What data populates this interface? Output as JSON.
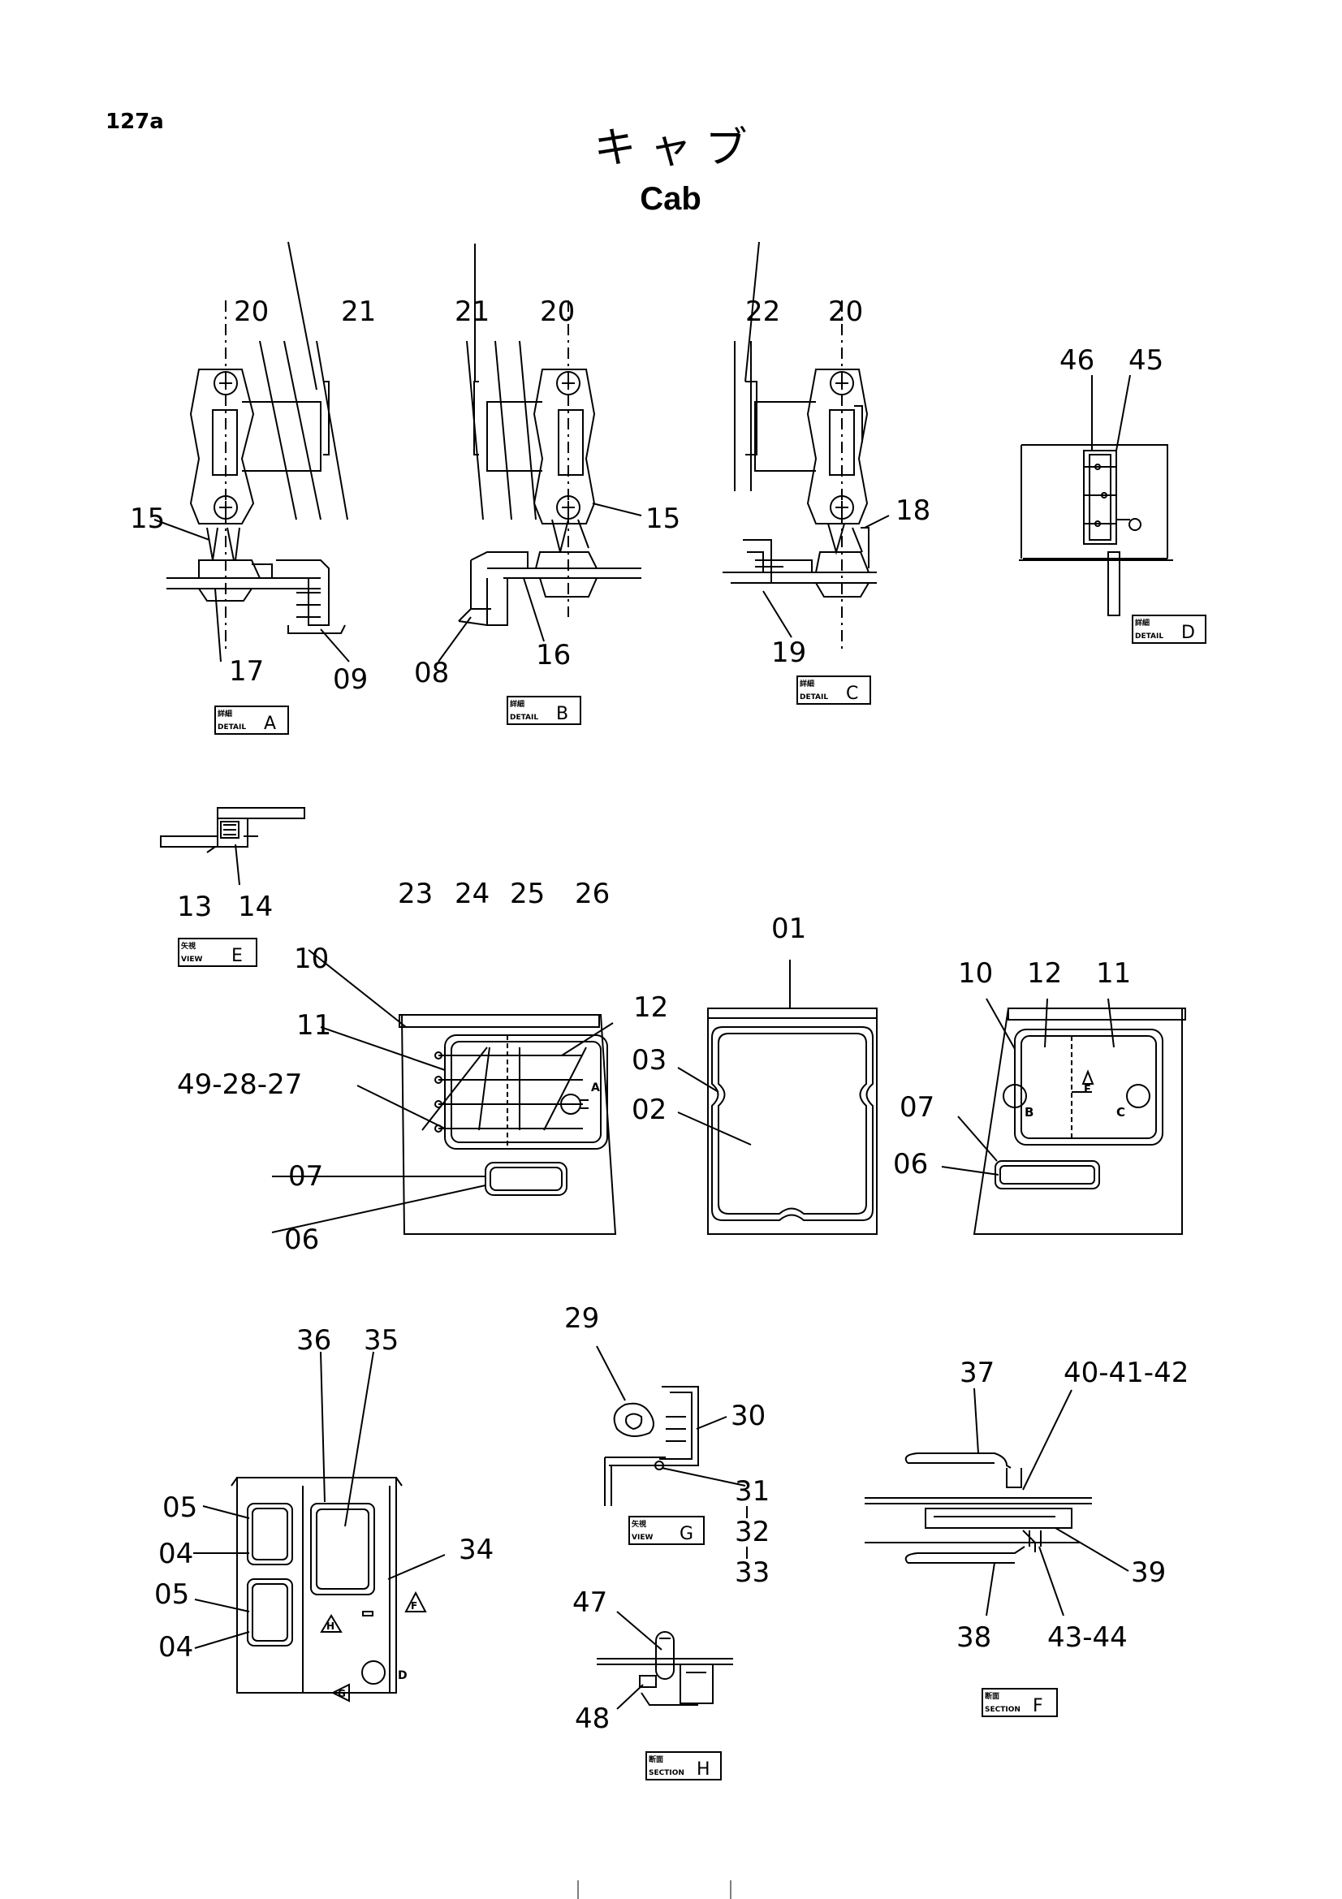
{
  "page": {
    "number": "127a",
    "title_jp": "キ ャ ブ",
    "title_en": "Cab"
  },
  "detail_a": {
    "tag_jp": "詳細",
    "tag_en": "DETAIL",
    "letter": "A",
    "labels": [
      "20",
      "21",
      "15",
      "17",
      "09"
    ]
  },
  "detail_b": {
    "tag_jp": "詳細",
    "tag_en": "DETAIL",
    "letter": "B",
    "labels": [
      "21",
      "20",
      "15",
      "08",
      "16"
    ]
  },
  "detail_c": {
    "tag_jp": "詳細",
    "tag_en": "DETAIL",
    "letter": "C",
    "labels": [
      "22",
      "20",
      "18",
      "19"
    ]
  },
  "detail_d": {
    "tag_jp": "詳細",
    "tag_en": "DETAIL",
    "letter": "D",
    "labels": [
      "46",
      "45"
    ]
  },
  "view_e": {
    "tag_jp": "矢視",
    "tag_en": "VIEW",
    "letter": "E",
    "labels": [
      "13",
      "14"
    ]
  },
  "left_door": {
    "labels": [
      "23",
      "24",
      "25",
      "26",
      "10",
      "11",
      "12",
      "49-28-27",
      "07",
      "06"
    ],
    "marker": "A"
  },
  "front_panel": {
    "labels": [
      "01",
      "03",
      "02"
    ]
  },
  "right_door": {
    "labels": [
      "10",
      "12",
      "11",
      "07",
      "06"
    ],
    "markers": [
      "B",
      "C",
      "E"
    ]
  },
  "door_assembly": {
    "labels": [
      "36",
      "35",
      "05",
      "04",
      "05",
      "04",
      "34"
    ],
    "markers": [
      "F",
      "H",
      "G",
      "D"
    ]
  },
  "view_g": {
    "tag_jp": "矢視",
    "tag_en": "VIEW",
    "letter": "G",
    "labels": [
      "29",
      "30",
      "31",
      "32",
      "33"
    ]
  },
  "section_h": {
    "tag_jp": "断面",
    "tag_en": "SECTION",
    "letter": "H",
    "labels": [
      "47",
      "48"
    ]
  },
  "section_f": {
    "tag_jp": "断面",
    "tag_en": "SECTION",
    "letter": "F",
    "labels": [
      "37",
      "40-41-42",
      "39",
      "38",
      "43-44"
    ]
  }
}
